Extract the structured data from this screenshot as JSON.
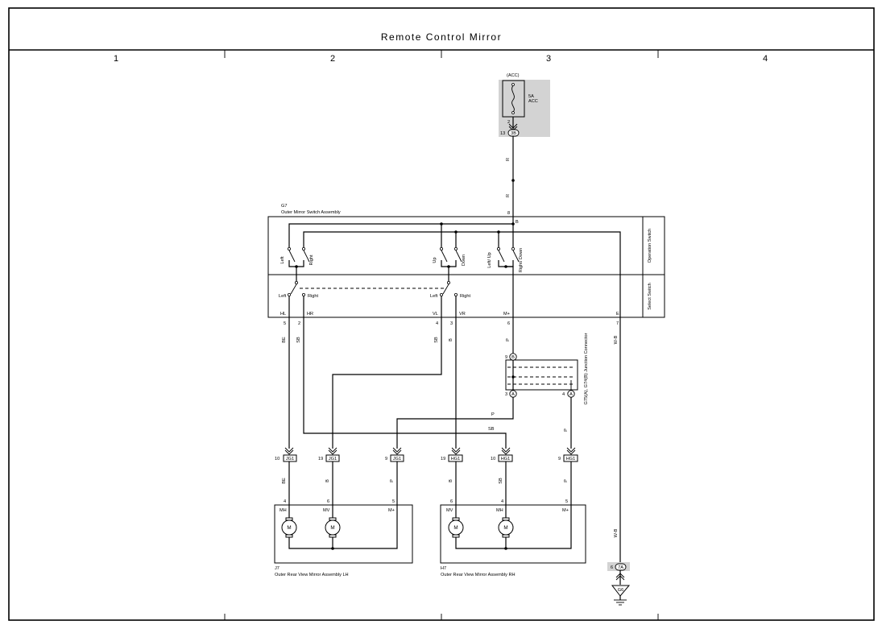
{
  "title": "Remote Control Mirror",
  "columns": [
    "1",
    "2",
    "3",
    "4"
  ],
  "fuse": {
    "circuit": "(ACC)",
    "rating": "5A",
    "name": "ACC",
    "pin": "2",
    "conn_pin": "13",
    "conn": "3B"
  },
  "switch_assembly": {
    "code": "G7",
    "name": "Outer Mirror Switch Assembly",
    "pin_b": "8",
    "pin_b_label": "B",
    "op_switch_label": "Operation Switch",
    "sel_switch_label": "Select Switch",
    "contacts": [
      "Left",
      "Right",
      "Up",
      "Down",
      "Left/ Up",
      "Right/ Down"
    ],
    "select_left": "Left",
    "select_right": "Right",
    "terminals": [
      {
        "label": "HL",
        "pin": "5",
        "wire": "BE"
      },
      {
        "label": "HR",
        "pin": "2",
        "wire": "SB"
      },
      {
        "label": "VL",
        "pin": "4",
        "wire": "SB"
      },
      {
        "label": "VR",
        "pin": "3",
        "wire": "B"
      },
      {
        "label": "M+",
        "pin": "6",
        "wire": "P"
      },
      {
        "label": "E",
        "pin": "7",
        "wire": "W-B"
      }
    ]
  },
  "feed_wire": {
    "color1": "R",
    "color2": "R"
  },
  "junction": {
    "name": "G75(A), G74(B) Junction Connector",
    "pin_top": "9",
    "conn_top": "B",
    "pin_left": "3",
    "conn_left": "A",
    "pin_right": "4",
    "conn_right": "A"
  },
  "cross_wires": {
    "p_label": "P",
    "sb_label": "SB",
    "p_right": "P"
  },
  "connectors": [
    {
      "pin": "10",
      "name": "JG1",
      "wire": "BE",
      "mpin": "4"
    },
    {
      "pin": "19",
      "name": "JG1",
      "wire": "B",
      "mpin": "6"
    },
    {
      "pin": "9",
      "name": "JG1",
      "wire": "P",
      "mpin": "5"
    },
    {
      "pin": "19",
      "name": "HG1",
      "wire": "B",
      "mpin": "6"
    },
    {
      "pin": "10",
      "name": "HG1",
      "wire": "SB",
      "mpin": "4"
    },
    {
      "pin": "9",
      "name": "HG1",
      "wire": "P",
      "mpin": "5"
    }
  ],
  "mirror_lh": {
    "code": "J7",
    "name": "Outer Rear View Mirror Assembly LH",
    "labels": [
      "MH",
      "MV",
      "M+"
    ],
    "motor": "M"
  },
  "mirror_rh": {
    "code": "H7",
    "name": "Outer Rear View Mirror Assembly RH",
    "labels": [
      "MV",
      "MH",
      "M+"
    ],
    "motor": "M"
  },
  "ground": {
    "wire": "W-B",
    "pin": "6",
    "conn": "7A",
    "name": "G6"
  }
}
